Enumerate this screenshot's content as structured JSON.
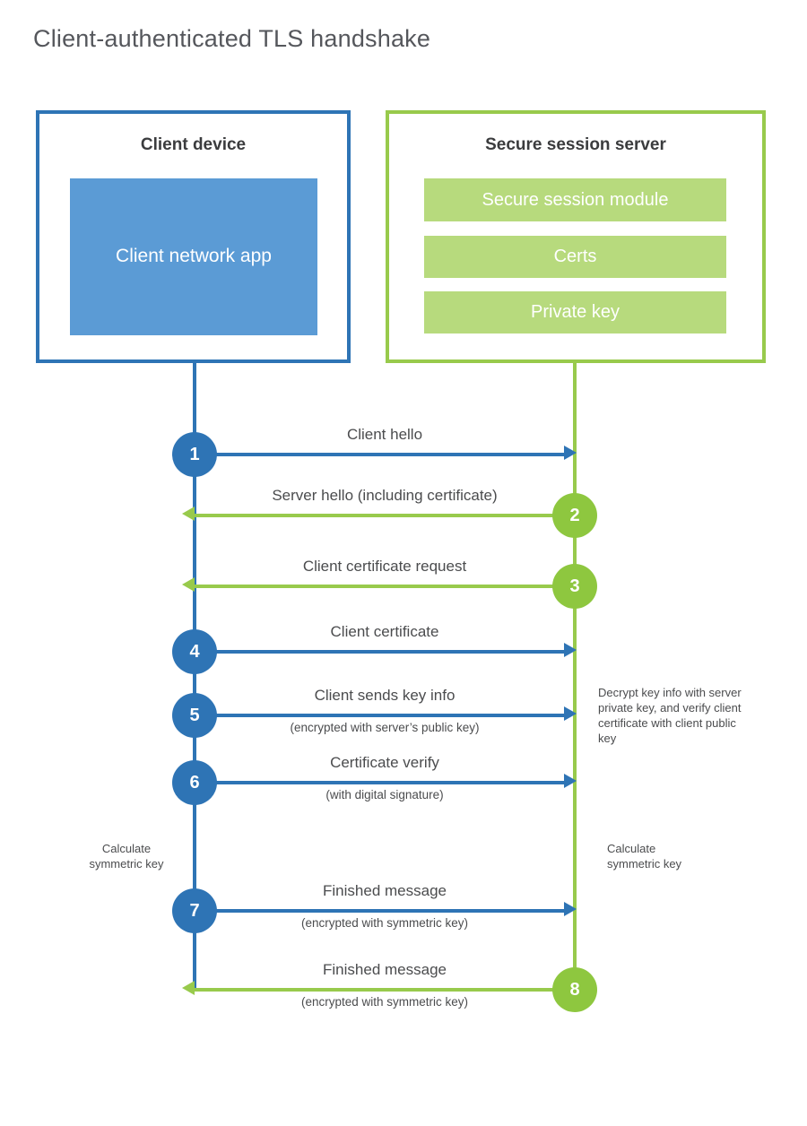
{
  "title": "Client-authenticated TLS handshake",
  "colors": {
    "blue": "#2e74b5",
    "blue_light": "#5b9bd5",
    "green": "#98ca4c",
    "green_circle": "#8ec73f",
    "green_light": "#b7da7d"
  },
  "client": {
    "title": "Client device",
    "app": "Client network app"
  },
  "server": {
    "title": "Secure session server",
    "modules": [
      "Secure session module",
      "Certs",
      "Private key"
    ]
  },
  "steps": [
    {
      "num": "1",
      "label": "Client hello",
      "sub": ""
    },
    {
      "num": "2",
      "label": "Server hello (including certificate)",
      "sub": ""
    },
    {
      "num": "3",
      "label": "Client certificate request",
      "sub": ""
    },
    {
      "num": "4",
      "label": "Client certificate",
      "sub": ""
    },
    {
      "num": "5",
      "label": "Client sends key info",
      "sub": "(encrypted with server’s public key)"
    },
    {
      "num": "6",
      "label": "Certificate verify",
      "sub": "(with digital signature)"
    },
    {
      "num": "7",
      "label": "Finished message",
      "sub": "(encrypted with symmetric key)"
    },
    {
      "num": "8",
      "label": "Finished message",
      "sub": "(encrypted with symmetric key)"
    }
  ],
  "notes": {
    "decrypt": "Decrypt key info with server private key, and verify client certificate with client public key",
    "calc_left": "Calculate symmetric key",
    "calc_right": "Calculate symmetric key"
  }
}
